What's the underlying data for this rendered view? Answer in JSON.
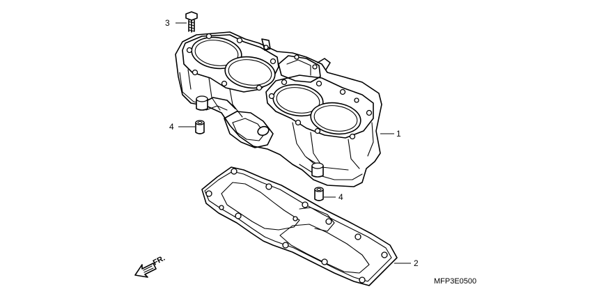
{
  "diagram": {
    "callouts": [
      {
        "id": "1",
        "label": "1"
      },
      {
        "id": "2",
        "label": "2"
      },
      {
        "id": "3",
        "label": "3"
      },
      {
        "id": "4a",
        "label": "4"
      },
      {
        "id": "4b",
        "label": "4"
      }
    ],
    "direction_label": "FR.",
    "figure_code": "MFP3E0500"
  }
}
